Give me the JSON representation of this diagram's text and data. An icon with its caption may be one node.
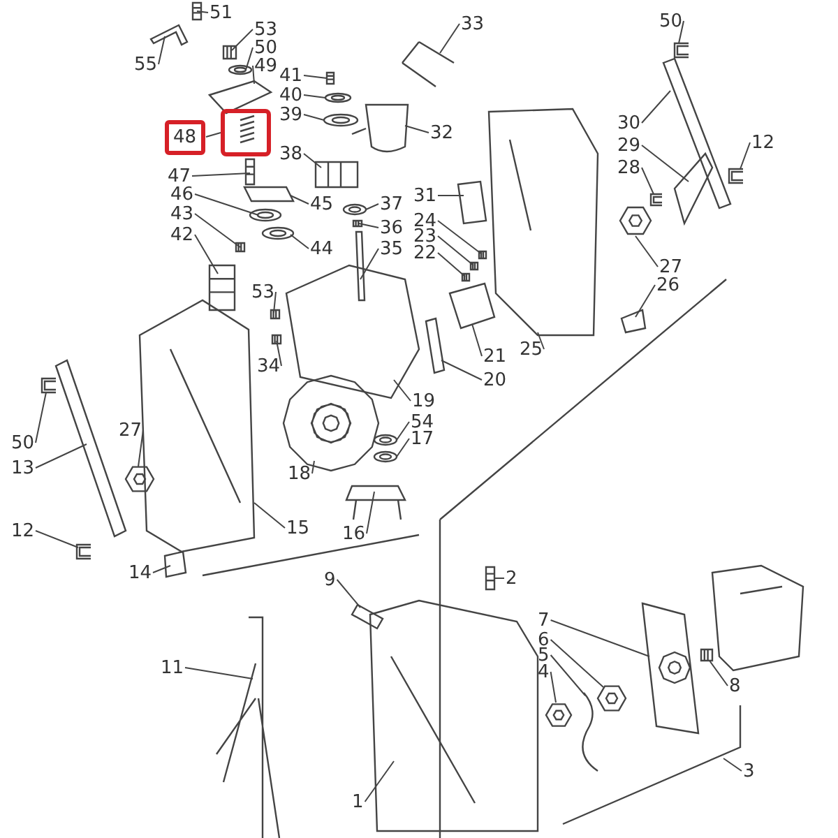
{
  "diagram": {
    "nodes": [
      {
        "text": [
          "51"
        ]
      },
      {
        "text": [],
        "shape": "picture"
      },
      {
        "text": [
          "55"
        ]
      },
      {
        "text": [],
        "shape": "picture"
      },
      {
        "text": [
          "53"
        ]
      },
      {
        "text": [],
        "shape": "picture"
      },
      {
        "text": [
          "50"
        ]
      },
      {
        "text": [],
        "shape": "picture"
      },
      {
        "text": [
          "49"
        ]
      },
      {
        "text": [],
        "shape": "picture"
      },
      {
        "text": [
          "41"
        ]
      },
      {
        "text": [],
        "shape": "picture"
      },
      {
        "text": [
          "40"
        ]
      },
      {
        "text": [],
        "shape": "picture"
      },
      {
        "text": [
          "39"
        ]
      },
      {
        "text": [],
        "shape": "picture"
      },
      {
        "text": [
          "48"
        ]
      },
      {
        "text": [],
        "shape": "box"
      },
      {
        "text": [
          "47"
        ]
      },
      {
        "text": [],
        "shape": "picture"
      },
      {
        "text": [
          "38"
        ]
      },
      {
        "text": [],
        "shape": "picture"
      },
      {
        "text": [
          "46"
        ]
      },
      {
        "text": [],
        "shape": "picture"
      },
      {
        "text": [
          "43"
        ]
      },
      {
        "text": [],
        "shape": "picture"
      },
      {
        "text": [
          "42"
        ]
      },
      {
        "text": [],
        "shape": "picture"
      },
      {
        "text": [
          "45"
        ]
      },
      {
        "text": [],
        "shape": "picture"
      },
      {
        "text": [
          "44"
        ]
      },
      {
        "text": [],
        "shape": "picture"
      },
      {
        "text": [
          "37"
        ]
      },
      {
        "text": [],
        "shape": "picture"
      },
      {
        "text": [
          "36"
        ]
      },
      {
        "text": [],
        "shape": "picture"
      },
      {
        "text": [
          "35"
        ]
      },
      {
        "text": [],
        "shape": "picture"
      },
      {
        "text": [
          "33"
        ]
      },
      {
        "text": [],
        "shape": "picture"
      },
      {
        "text": [
          "32"
        ]
      },
      {
        "text": [],
        "shape": "picture"
      },
      {
        "text": [
          "31"
        ]
      },
      {
        "text": [],
        "shape": "picture"
      },
      {
        "text": [
          "24"
        ]
      },
      {
        "text": [],
        "shape": "picture"
      },
      {
        "text": [
          "23"
        ]
      },
      {
        "text": [],
        "shape": "picture"
      },
      {
        "text": [
          "22"
        ]
      },
      {
        "text": [],
        "shape": "picture"
      },
      {
        "text": [
          "53"
        ]
      },
      {
        "text": [],
        "shape": "picture"
      },
      {
        "text": [
          "34"
        ]
      },
      {
        "text": [],
        "shape": "picture"
      },
      {
        "text": [
          "21"
        ]
      },
      {
        "text": [],
        "shape": "picture"
      },
      {
        "text": [
          "20"
        ]
      },
      {
        "text": [],
        "shape": "picture"
      },
      {
        "text": [
          "19"
        ]
      },
      {
        "text": [],
        "shape": "picture"
      },
      {
        "text": [
          "54"
        ]
      },
      {
        "text": [],
        "shape": "picture"
      },
      {
        "text": [
          "17"
        ]
      },
      {
        "text": [],
        "shape": "picture"
      },
      {
        "text": [
          "18"
        ]
      },
      {
        "text": [],
        "shape": "picture"
      },
      {
        "text": [
          "16"
        ]
      },
      {
        "text": [],
        "shape": "picture"
      },
      {
        "text": [
          "15"
        ]
      },
      {
        "text": [],
        "shape": "picture"
      },
      {
        "text": [
          "14"
        ]
      },
      {
        "text": [],
        "shape": "picture"
      },
      {
        "text": [
          "13"
        ]
      },
      {
        "text": [],
        "shape": "picture"
      },
      {
        "text": [
          "50"
        ]
      },
      {
        "text": [],
        "shape": "picture"
      },
      {
        "text": [
          "27"
        ]
      },
      {
        "text": [],
        "shape": "picture"
      },
      {
        "text": [
          "12"
        ]
      },
      {
        "text": [],
        "shape": "picture"
      },
      {
        "text": [
          "25"
        ]
      },
      {
        "text": [],
        "shape": "picture"
      },
      {
        "text": [
          "50"
        ]
      },
      {
        "text": [],
        "shape": "picture"
      },
      {
        "text": [
          "30"
        ]
      },
      {
        "text": [],
        "shape": "picture"
      },
      {
        "text": [
          "29"
        ]
      },
      {
        "text": [],
        "shape": "picture"
      },
      {
        "text": [
          "12"
        ]
      },
      {
        "text": [],
        "shape": "picture"
      },
      {
        "text": [
          "28"
        ]
      },
      {
        "text": [],
        "shape": "picture"
      },
      {
        "text": [
          "27"
        ]
      },
      {
        "text": [],
        "shape": "picture"
      },
      {
        "text": [
          "26"
        ]
      },
      {
        "text": [],
        "shape": "picture"
      },
      {
        "text": [
          "9"
        ]
      },
      {
        "text": [],
        "shape": "picture"
      },
      {
        "text": [
          "2"
        ]
      },
      {
        "text": [],
        "shape": "picture"
      },
      {
        "text": [
          "11"
        ]
      },
      {
        "text": [],
        "shape": "picture"
      },
      {
        "text": [
          "7"
        ]
      },
      {
        "text": [],
        "shape": "picture"
      },
      {
        "text": [
          "6"
        ]
      },
      {
        "text": [],
        "shape": "picture"
      },
      {
        "text": [
          "5"
        ]
      },
      {
        "text": [],
        "shape": "picture"
      },
      {
        "text": [
          "4"
        ]
      },
      {
        "text": [],
        "shape": "picture"
      },
      {
        "text": [
          "8"
        ]
      },
      {
        "text": [],
        "shape": "picture"
      },
      {
        "text": [
          "3"
        ]
      },
      {
        "text": [
          "1"
        ]
      },
      {
        "text": [],
        "shape": "picture"
      }
    ],
    "edges": [
      {
        "from": 0,
        "to": 1,
        "arrow": "none"
      },
      {
        "from": 2,
        "to": 3,
        "arrow": "none"
      },
      {
        "from": 4,
        "to": 5,
        "arrow": "none"
      },
      {
        "from": 6,
        "to": 7,
        "arrow": "none"
      },
      {
        "from": 8,
        "to": 9,
        "arrow": "none"
      },
      {
        "from": 10,
        "to": 11,
        "arrow": "none"
      },
      {
        "from": 12,
        "to": 13,
        "arrow": "none"
      },
      {
        "from": 14,
        "to": 15,
        "arrow": "none"
      },
      {
        "from": 16,
        "to": 17,
        "arrow": "none"
      },
      {
        "from": 18,
        "to": 19,
        "arrow": "none"
      },
      {
        "from": 20,
        "to": 21,
        "arrow": "none"
      },
      {
        "from": 22,
        "to": 23,
        "arrow": "none"
      },
      {
        "from": 24,
        "to": 25,
        "arrow": "none"
      },
      {
        "from": 26,
        "to": 27,
        "arrow": "none"
      },
      {
        "from": 28,
        "to": 29,
        "arrow": "none"
      },
      {
        "from": 30,
        "to": 31,
        "arrow": "none"
      },
      {
        "from": 32,
        "to": 33,
        "arrow": "none"
      },
      {
        "from": 34,
        "to": 35,
        "arrow": "none"
      },
      {
        "from": 36,
        "to": 37,
        "arrow": "none"
      },
      {
        "from": 38,
        "to": 39,
        "arrow": "none"
      },
      {
        "from": 40,
        "to": 41,
        "arrow": "none"
      },
      {
        "from": 42,
        "to": 43,
        "arrow": "none"
      },
      {
        "from": 44,
        "to": 45,
        "arrow": "none"
      },
      {
        "from": 46,
        "to": 47,
        "arrow": "none"
      },
      {
        "from": 48,
        "to": 49,
        "arrow": "none"
      },
      {
        "from": 50,
        "to": 51,
        "arrow": "none"
      },
      {
        "from": 52,
        "to": 53,
        "arrow": "none"
      },
      {
        "from": 54,
        "to": 55,
        "arrow": "none"
      },
      {
        "from": 56,
        "to": 57,
        "arrow": "none"
      },
      {
        "from": 58,
        "to": 59,
        "arrow": "none"
      },
      {
        "from": 60,
        "to": 61,
        "arrow": "none"
      },
      {
        "from": 62,
        "to": 63,
        "arrow": "none"
      },
      {
        "from": 64,
        "to": 65,
        "arrow": "none"
      },
      {
        "from": 66,
        "to": 67,
        "arrow": "none"
      },
      {
        "from": 68,
        "to": 69,
        "arrow": "none"
      },
      {
        "from": 70,
        "to": 71,
        "arrow": "none"
      },
      {
        "from": 72,
        "to": 73,
        "arrow": "none"
      },
      {
        "from": 74,
        "to": 75,
        "arrow": "none"
      },
      {
        "from": 76,
        "to": 77,
        "arrow": "none"
      },
      {
        "from": 78,
        "to": 79,
        "arrow": "none"
      },
      {
        "from": 80,
        "to": 81,
        "arrow": "none"
      },
      {
        "from": 82,
        "to": 83,
        "arrow": "none"
      },
      {
        "from": 84,
        "to": 85,
        "arrow": "none"
      },
      {
        "from": 86,
        "to": 87,
        "arrow": "none"
      },
      {
        "from": 88,
        "to": 89,
        "arrow": "none"
      },
      {
        "from": 90,
        "to": 91,
        "arrow": "none"
      },
      {
        "from": 92,
        "to": 93,
        "arrow": "none"
      },
      {
        "from": 94,
        "to": 95,
        "arrow": "none"
      },
      {
        "from": 96,
        "to": 97,
        "arrow": "none"
      },
      {
        "from": 98,
        "to": 99,
        "arrow": "none"
      },
      {
        "from": 100,
        "to": 101,
        "arrow": "none"
      },
      {
        "from": 102,
        "to": 103,
        "arrow": "none"
      },
      {
        "from": 104,
        "to": 105,
        "arrow": "none"
      },
      {
        "from": 106,
        "to": 107,
        "arrow": "none"
      },
      {
        "from": 108,
        "to": 109,
        "arrow": "none"
      },
      {
        "from": 110,
        "to": 111,
        "arrow": "none"
      },
      {
        "from": 112,
        "to": null,
        "arrow": "none"
      },
      {
        "from": 113,
        "to": 114,
        "arrow": "none"
      }
    ]
  }
}
